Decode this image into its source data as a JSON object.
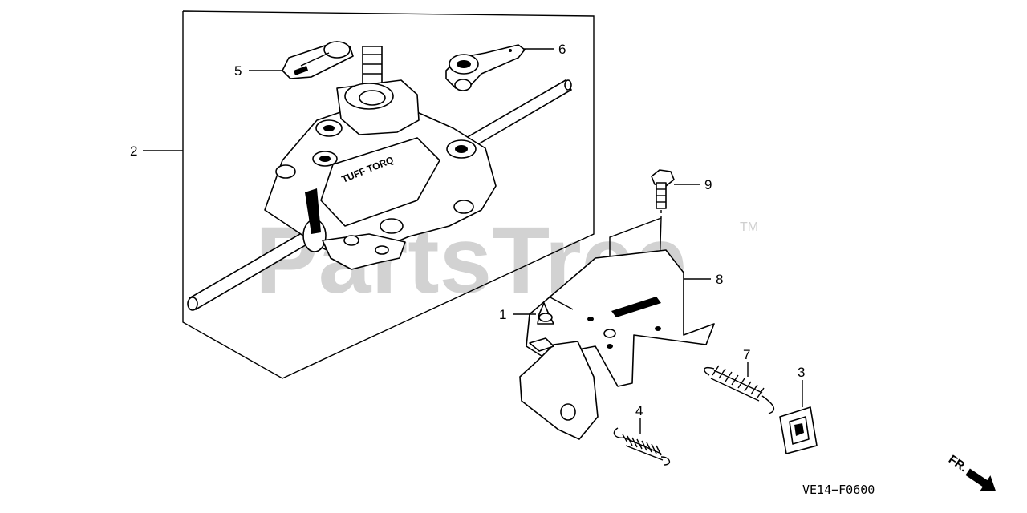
{
  "watermark": {
    "text": "PartsTree",
    "trademark": "TM"
  },
  "callouts": [
    {
      "id": "1",
      "label": "1"
    },
    {
      "id": "2",
      "label": "2"
    },
    {
      "id": "3",
      "label": "3"
    },
    {
      "id": "4",
      "label": "4"
    },
    {
      "id": "5",
      "label": "5"
    },
    {
      "id": "6",
      "label": "6"
    },
    {
      "id": "7",
      "label": "7"
    },
    {
      "id": "8",
      "label": "8"
    },
    {
      "id": "9",
      "label": "9"
    }
  ],
  "embossed_text": "TUFF TORQ",
  "diagram_code": "VE14−F0600",
  "direction_label": "FR."
}
